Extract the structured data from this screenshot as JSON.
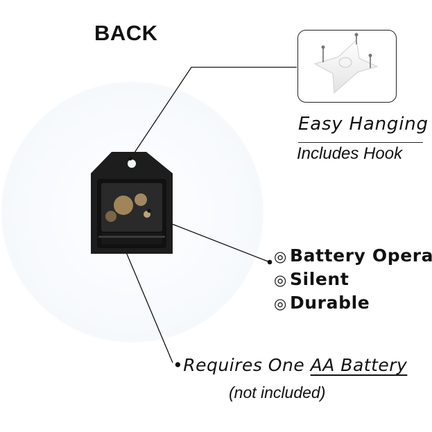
{
  "title": "BACK",
  "hook_caption": {
    "line1": "Easy Hanging",
    "line2": "Includes Hook"
  },
  "features": [
    {
      "bullet": "◎",
      "label": "Battery Opera"
    },
    {
      "bullet": "◎",
      "label": "Silent"
    },
    {
      "bullet": "◎",
      "label": "Durable"
    }
  ],
  "battery": {
    "bullet": "•",
    "prefix": "Requires One ",
    "highlight": "AA Battery",
    "note": "(not included)"
  },
  "icons": {
    "hook": "hanging-hook-icon",
    "movement": "clock-movement-icon"
  },
  "colors": {
    "background": "#ffffff",
    "clock_face": "#f6f9fc",
    "movement": "#1d1d1d",
    "gear": "#c9a469",
    "line": "#111111"
  }
}
